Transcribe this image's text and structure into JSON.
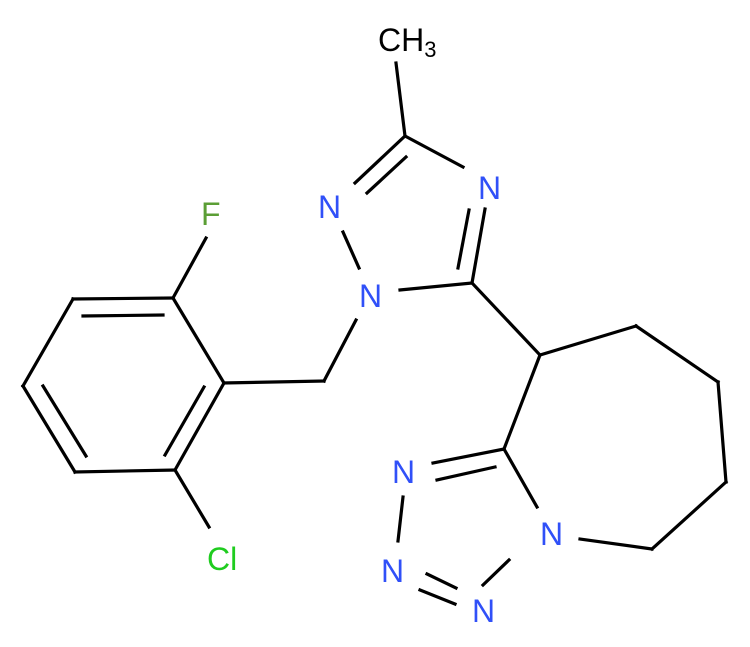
{
  "diagram": {
    "type": "chemical-structure",
    "colors": {
      "bond": "#000000",
      "nitrogen": "#3050F8",
      "fluorine": "#5B9E35",
      "chlorine": "#1FCC1F",
      "carbon": "#000000"
    },
    "labels": {
      "methyl": "CH",
      "methyl_sub": "3",
      "fluorine": "F",
      "chlorine": "Cl",
      "n_triazole_2": "N",
      "n_triazole_4": "N",
      "n_triazole_1": "N",
      "n_tetrazole_a": "N",
      "n_tetrazole_b": "N",
      "n_tetrazole_c": "N",
      "n_tetrazole_bridge": "N"
    }
  }
}
